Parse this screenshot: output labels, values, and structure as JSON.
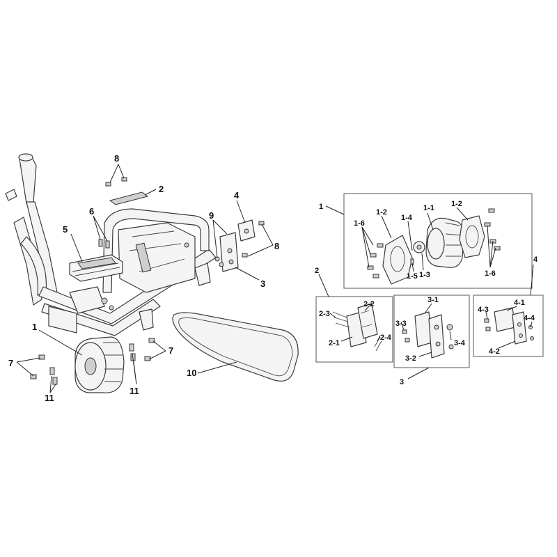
{
  "main_callouts": {
    "c1": "1",
    "c2": "2",
    "c3": "3",
    "c4": "4",
    "c5": "5",
    "c6": "6",
    "c7a": "7",
    "c7b": "7",
    "c8a": "8",
    "c8b": "8",
    "c9": "9",
    "c10": "10",
    "c11a": "11",
    "c11b": "11"
  },
  "detail_motor": {
    "label": "1",
    "sub": {
      "s1_1": "1-1",
      "s1_2a": "1-2",
      "s1_2b": "1-2",
      "s1_3": "1-3",
      "s1_4": "1-4",
      "s1_5": "1-5",
      "s1_6a": "1-6",
      "s1_6b": "1-6"
    }
  },
  "detail_bracket2": {
    "label": "2",
    "sub": {
      "s2_1": "2-1",
      "s2_2": "2-2",
      "s2_3": "2-3",
      "s2_4": "2-4"
    }
  },
  "detail_bracket3": {
    "label": "3",
    "sub": {
      "s3_1": "3-1",
      "s3_2": "3-2",
      "s3_3": "3-3",
      "s3_4": "3-4"
    }
  },
  "detail_bracket4": {
    "label": "4",
    "sub": {
      "s4_1": "4-1",
      "s4_2": "4-2",
      "s4_3": "4-3",
      "s4_4": "4-4"
    }
  }
}
